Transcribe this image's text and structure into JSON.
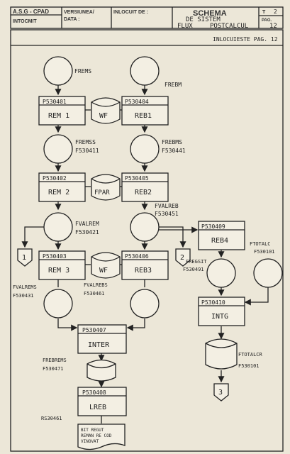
{
  "header": {
    "org": "A.S.G - CPAD",
    "prepared_label": "INTOCMIT",
    "version_label": "VERSIUNEA/",
    "date_label": "DATA :",
    "replaced_label": "INLOCUIT DE :",
    "title_top": "SCHEMA",
    "title_mid": "DE  SISTEM",
    "title_bottom_left": "FLUX",
    "title_bottom_right": "POSTCALCUL",
    "t_label": "T",
    "t_value": "2",
    "page_label": "PAG.",
    "page_value": "12",
    "replaces_note": "INLOCUIESTE PAG. 12"
  },
  "files": {
    "frems": "FREMS",
    "frebm": "FREBM",
    "fremss": "FREMSS",
    "fremss_code": "F530411",
    "frebms": "FREBMS",
    "frebms_code": "F530441",
    "fvalrem": "FVALREM",
    "fvalrem_code": "F530421",
    "fvalreb": "FVALREB",
    "fvalreb_code": "F530451",
    "fvalrems": "FVALREMS",
    "fvalrems_code": "F530431",
    "fvalrebs": "FVALREBS",
    "fvalrebs_code": "F530461",
    "fregsit": "FREGSIT",
    "fregsit_code": "F530491",
    "ftotalc": "FTOTALC",
    "ftotalc_code": "F530101",
    "frebrem": "FREBREMS",
    "frebrem_code": "F530471",
    "ftotalcr": "FTOTALCR",
    "ftotalcr_code": "F530101",
    "rs_code": "RS30461"
  },
  "programs": {
    "p1_code": "P530401",
    "p1_name": "REM 1",
    "p4_code": "P530404",
    "p4_name": "REB1",
    "p2_code": "P530402",
    "p2_name": "REM 2",
    "p5_code": "P530405",
    "p5_name": "REB2",
    "p9_code": "P530409",
    "p9_name": "REB4",
    "p3_code": "P530403",
    "p3_name": "REM 3",
    "p6_code": "P530406",
    "p6_name": "REB3",
    "p10_code": "P530410",
    "p10_name": "INTG",
    "p7_code": "P530407",
    "p7_name": "INTER",
    "p8_code": "P530408",
    "p8_name": "LREB"
  },
  "drums": {
    "wf1": "WF",
    "fpar": "FPAR",
    "wf2": "WF"
  },
  "connectors": {
    "c1": "1",
    "c2": "2",
    "c3": "3"
  },
  "report": {
    "line1": "BIT REGUT",
    "line2": "REMAN RE COD",
    "line3": "VINOVAT"
  }
}
